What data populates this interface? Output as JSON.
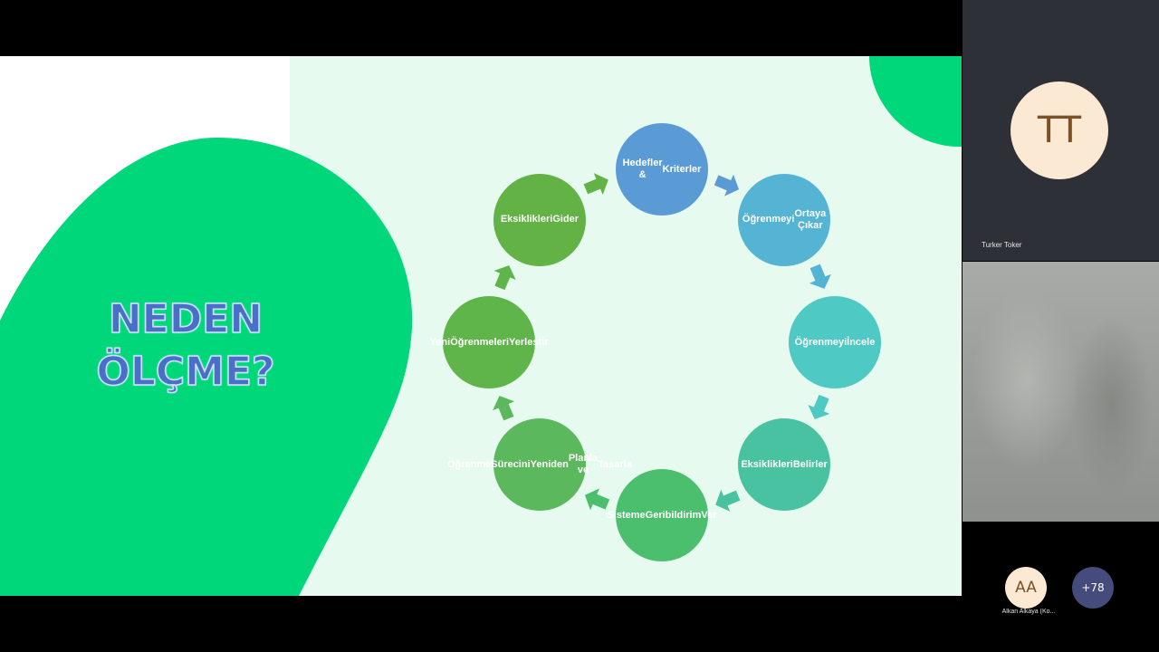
{
  "slide": {
    "title_line1": "NEDEN",
    "title_line2": "ÖLÇME?",
    "colors": {
      "accent_green": "#00d77a",
      "tint": "#e6faf0",
      "title": "#4a6fc7"
    },
    "cycle_nodes": [
      {
        "lines": [
          "Hedefler &",
          "Kriterler"
        ],
        "color": "#5b9bd5"
      },
      {
        "lines": [
          "Öğrenmeyi",
          "Ortaya Çıkar"
        ],
        "color": "#55b4d4"
      },
      {
        "lines": [
          "Öğrenmeyi",
          "İncele"
        ],
        "color": "#4fc9c4"
      },
      {
        "lines": [
          "Eksiklikleri",
          "Belirler"
        ],
        "color": "#48c2a0"
      },
      {
        "lines": [
          "Sisteme",
          "Geribildirim",
          "Ver"
        ],
        "color": "#4cbf6e"
      },
      {
        "lines": [
          "Öğrenme",
          "Sürecini",
          "Yeniden",
          "Planla ve",
          "Tasarla"
        ],
        "color": "#5cb85c"
      },
      {
        "lines": [
          "Yeni",
          "Öğrenmeleri",
          "Yerleştir"
        ],
        "color": "#5fb54a"
      },
      {
        "lines": [
          "Eksiklikleri",
          "Gider"
        ],
        "color": "#62b246"
      }
    ]
  },
  "participants": {
    "speaker": {
      "initials": "TT",
      "name": "Turker Toker"
    },
    "attendee": {
      "initials": "AA",
      "name": "Alkan Alkaya (Ko..."
    },
    "more_count": "+78"
  }
}
